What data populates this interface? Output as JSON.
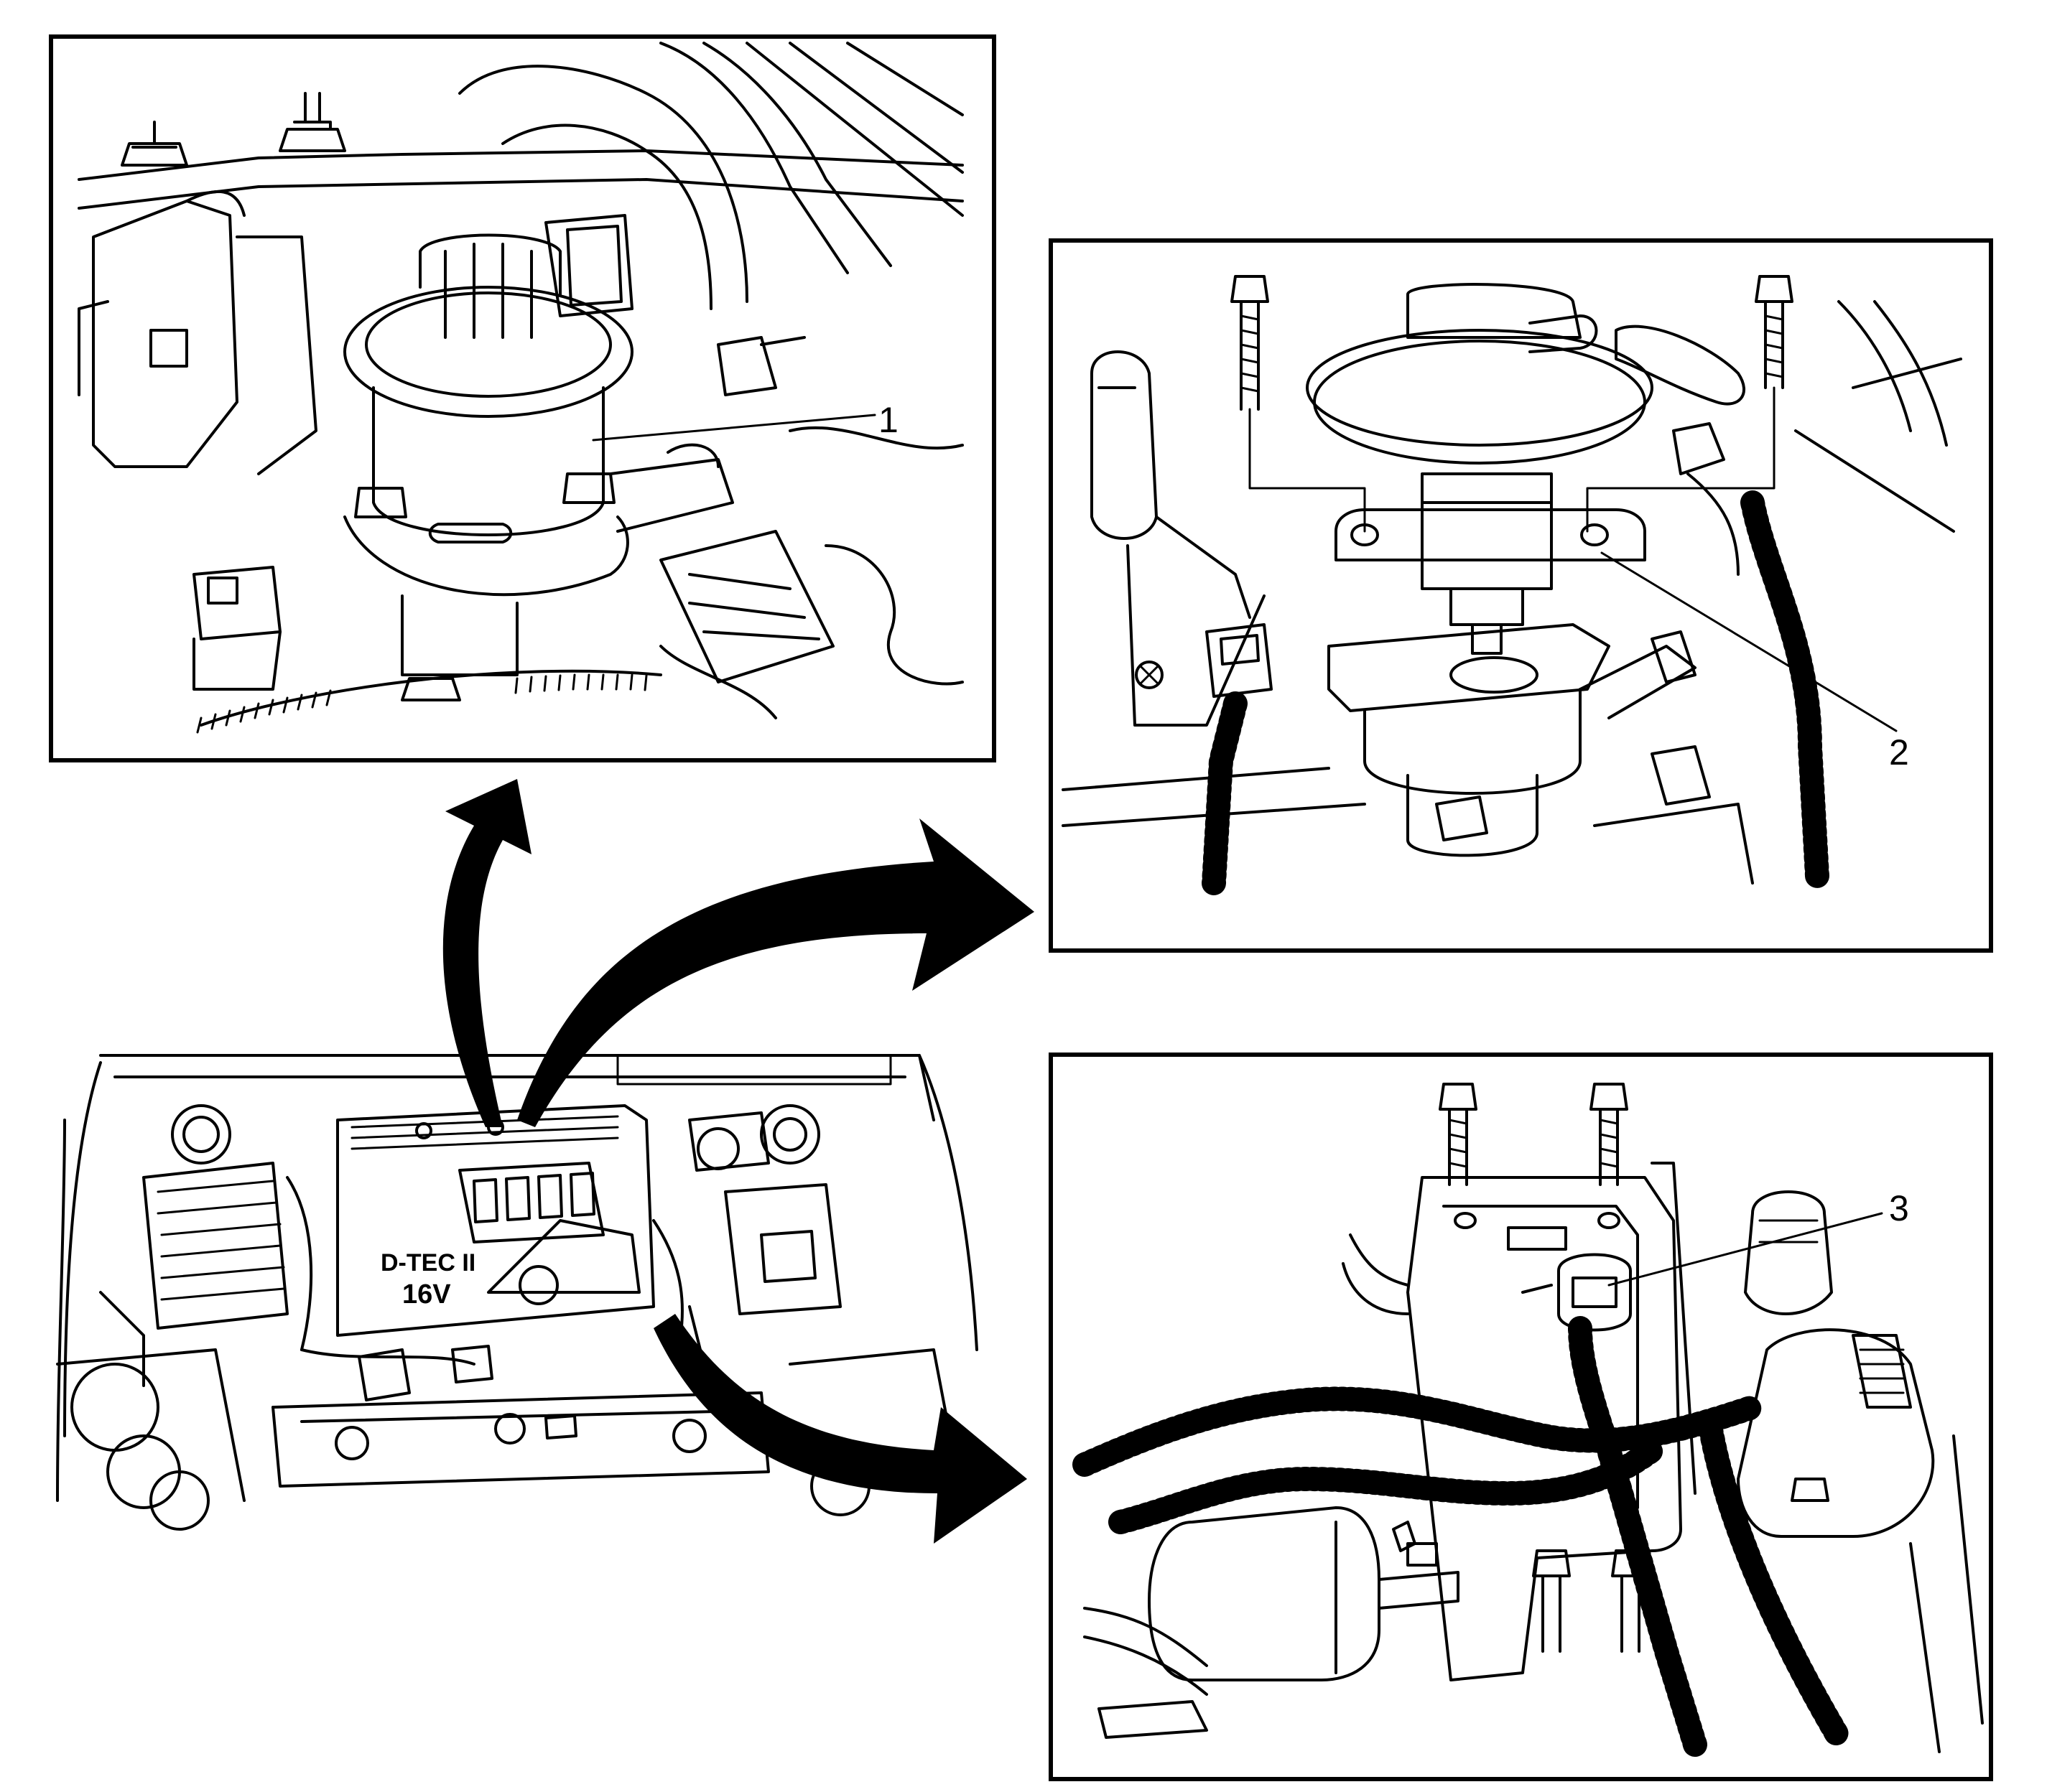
{
  "figure": {
    "callouts": {
      "c1": "1",
      "c2": "2",
      "c3": "3"
    },
    "engine_cover": {
      "badge": "D-TEC II",
      "label": "16V"
    }
  }
}
